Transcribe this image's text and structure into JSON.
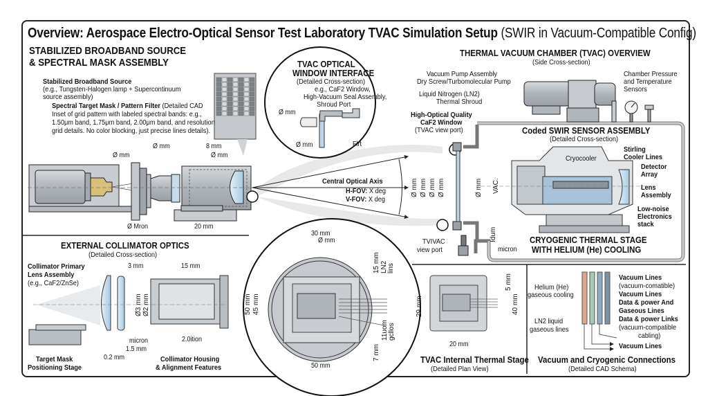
{
  "title": {
    "main": "Overview: Aerospace Electro-Optical Sensor Test Laboratory TVAC Simulation Setup",
    "sub": "(SWIR in Vacuum-Compatible Config)"
  },
  "source_section": {
    "heading_line1": "STABILIZED BROADBAND SOURCE",
    "heading_line2": "& SPECTRAL MASK ASSEMBLY",
    "source_label": "Stabilized Broadband Source",
    "source_desc_line1": "(e.g., Tungsten-Halogen lamp + Supercontinuum",
    "source_desc_line2": "source assembly)",
    "mask_label": "Spectral Target Mask / Pattern Filter",
    "mask_desc_line0": "(Detailed CAD",
    "mask_desc_line1": "Inset of grid pattern with labeled spectral bands: e.g.,",
    "mask_desc_line2": "1.50μm band, 1.75μm band, 2.00μm band, and resolution",
    "mask_desc_line3": "grid details. No color blocking, just precise lines details).",
    "dims": {
      "d1": "Ø mm",
      "d2": "Ø mm",
      "d3": "8 mm",
      "d4": "Ø mm",
      "d5": "Ø Mron",
      "d6": "20 mm"
    }
  },
  "window_interface": {
    "heading_line1": "TVAC OPTICAL",
    "heading_line2": "WINDOW INTERFACE",
    "subtitle": "(Detailed Cross-section)",
    "desc_line1": "e.g., CaF2 Window,",
    "desc_line2": "High-Vacuum Seal Assembly,",
    "desc_line3": "Shroud Port",
    "dim1": "Ø mm",
    "dim2": "Ø mm",
    "dim3": "Flrt"
  },
  "optical_axis": {
    "label": "Central Optical Axis",
    "hfov_label": "H-FOV:",
    "hfov_value": "X deg",
    "vfov_label": "V-FOV:",
    "vfov_value": "X deg",
    "window_dims": [
      "Ø mm",
      "Ø mm",
      "Ø mm",
      "Ø mm"
    ]
  },
  "tvac": {
    "heading": "THERMAL VACUUM CHAMBER (TVAC) OVERVIEW",
    "subtitle": "(Side Cross-section)",
    "pump_line1": "Vacuum Pump Assembly",
    "pump_line2": "Dry Screw/Turbomolecular Pump",
    "ln2_line1": "Liquid Nitrogen (LN2)",
    "ln2_line2": "Thermal Shroud",
    "window_line1": "High-Optical Quality",
    "window_line2": "CaF2 Window",
    "window_line3": "(TVAC view port)",
    "sensors_line1": "Chamber Pressure",
    "sensors_line2": "and Temperature",
    "sensors_line3": "Sensors",
    "chamber_dim": "Ø mm",
    "vac_label": "VAC.",
    "tv_port_line1": "TVIVAC",
    "tv_port_line2": "view port",
    "micron": "micron",
    "idum": "Idum"
  },
  "sensor_assembly": {
    "heading": "Coded SWIR SENSOR ASSEMBLY",
    "subtitle": "(Detailed Cross-section)",
    "cryocooler": "Cryocooler",
    "stirling_line1": "Stirling",
    "stirling_line2": "Cooler Lines",
    "detector_line1": "Detector",
    "detector_line2": "Array",
    "lens_line1": "Lens",
    "lens_line2": "Assembly",
    "electronics_line1": "Low-noise",
    "electronics_line2": "Electronics",
    "electronics_line3": "stack",
    "stage_line1": "CRYOGENIC THERMAL STAGE",
    "stage_line2": "WITH HELIUM (He) COOLING"
  },
  "collimator": {
    "heading": "EXTERNAL COLLIMATOR OPTICS",
    "subtitle": "(Detailed Cross-section)",
    "lens_line1": "Collimator Primary",
    "lens_line2": "Lens Assembly",
    "lens_line3": "(e.g., CaF2/ZnSe)",
    "dim_3mm": "3 mm",
    "dim_15mm": "15 mm",
    "dim_o3": "Ø3 mm",
    "dim_o2": "Ø2 mm",
    "dim_micron": "micron",
    "dim_15": "1.5 mm",
    "dim_02": "0.2 mm",
    "dim_20": "2.0ition",
    "stage_line1": "Target Mask",
    "stage_line2": "Positioning Stage",
    "housing_line1": "Collimator Housing",
    "housing_line2": "& Alignment Features"
  },
  "plan_inset": {
    "dim_30": "30 mm",
    "dim_o": "Ø mm",
    "dim_50v": "50 mm",
    "dim_45": "45 mm",
    "dim_15": "15 mm",
    "ln2": "LN2",
    "lins": "lins",
    "dim_11": "11uom",
    "gcllos": "gcllos",
    "dim_7": "7 mm",
    "dim_50h": "50 mm"
  },
  "thermal_stage": {
    "heading": "TVAC Internal Thermal Stage",
    "subtitle": "(Detailed Plan View)",
    "dim_29": "29 mm",
    "dim_5": "5 mm",
    "dim_40": "40 mm",
    "dim_20": "20 mm"
  },
  "connections": {
    "heading": "Vacuum and Cryogenic Connections",
    "subtitle": "(Detailed CAD Schema)",
    "helium_line1": "Helium (He)",
    "helium_line2": "gaseous cooling",
    "ln2_line1": "LN2 liquid",
    "ln2_line2": "gaseous lines",
    "r1": "Vacuum Lines",
    "r1b": "(vacuum-comatible)",
    "r2": "Vacuum Lines",
    "r3": "Data & power And",
    "r3b": "Gaseous Lines",
    "r4": "Data & power Links",
    "r4b": "(vacuum-compatible",
    "r4c": "cabling)",
    "r5": "Vacuum Lines"
  },
  "colors": {
    "line": "#222222",
    "metal": "#b9bec3",
    "metal_dark": "#8d9399",
    "glass": "#bcd6e8",
    "brass": "#d8c07a",
    "pipe_orange": "#d9a88c",
    "pipe_green": "#a9c7b4",
    "pipe_blue": "#8eaac4",
    "pipe_slate": "#7e90a6"
  }
}
